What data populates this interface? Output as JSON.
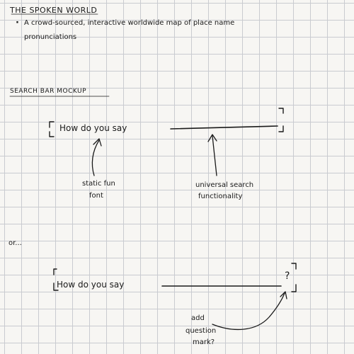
{
  "header": {
    "title": "THE SPOKEN WORLD",
    "bullet": "·",
    "description_line1": "A crowd-sourced, interactive worldwide map of place name",
    "description_line2": "pronunciations"
  },
  "section": {
    "title": "SEARCH BAR MOCKUP"
  },
  "mockup1": {
    "prompt": "How do you say",
    "note_left_line1": "static fun",
    "note_left_line2": "font",
    "note_right_line1": "universal search",
    "note_right_line2": "functionality"
  },
  "separator": "or...",
  "mockup2": {
    "prompt": "How do you say",
    "question_mark": "?",
    "note_line1": "add",
    "note_line2": "question",
    "note_line3": "mark?"
  }
}
